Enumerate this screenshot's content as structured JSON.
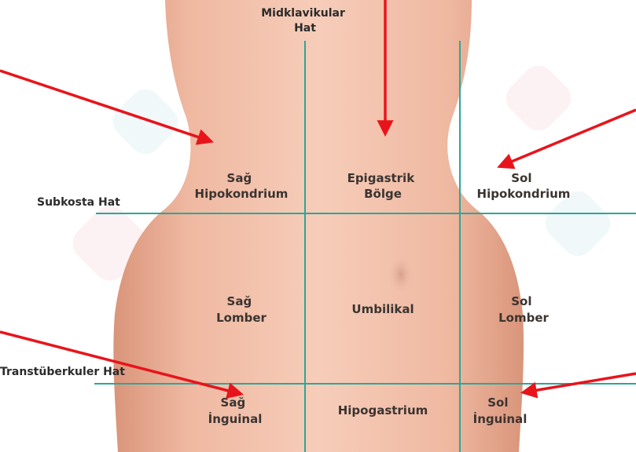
{
  "lines": {
    "midclavicular": [
      "Midklavikular",
      "Hat"
    ],
    "subcostal": "Subkosta Hat",
    "transtubercular": "Transtüberkuler Hat"
  },
  "regions": {
    "right_hypochondrium": [
      "Sağ",
      "Hipokondrium"
    ],
    "epigastric": [
      "Epigastrik",
      "Bölge"
    ],
    "left_hypochondrium": [
      "Sol",
      "Hipokondrium"
    ],
    "right_lumbar": [
      "Sağ",
      "Lomber"
    ],
    "umbilical": [
      "Umbilikal"
    ],
    "left_lumbar": [
      "Sol",
      "Lomber"
    ],
    "right_inguinal": [
      "Sağ",
      "İnguinal"
    ],
    "hypogastrium": [
      "Hipogastrium"
    ],
    "left_inguinal": [
      "Sol",
      "İnguinal"
    ]
  },
  "colors": {
    "skin": "#f2c1ab",
    "skin_shadow": "#d99a80",
    "grid_line": "#2aa79b",
    "arrow": "#e8141b",
    "label": "#3b3431"
  }
}
